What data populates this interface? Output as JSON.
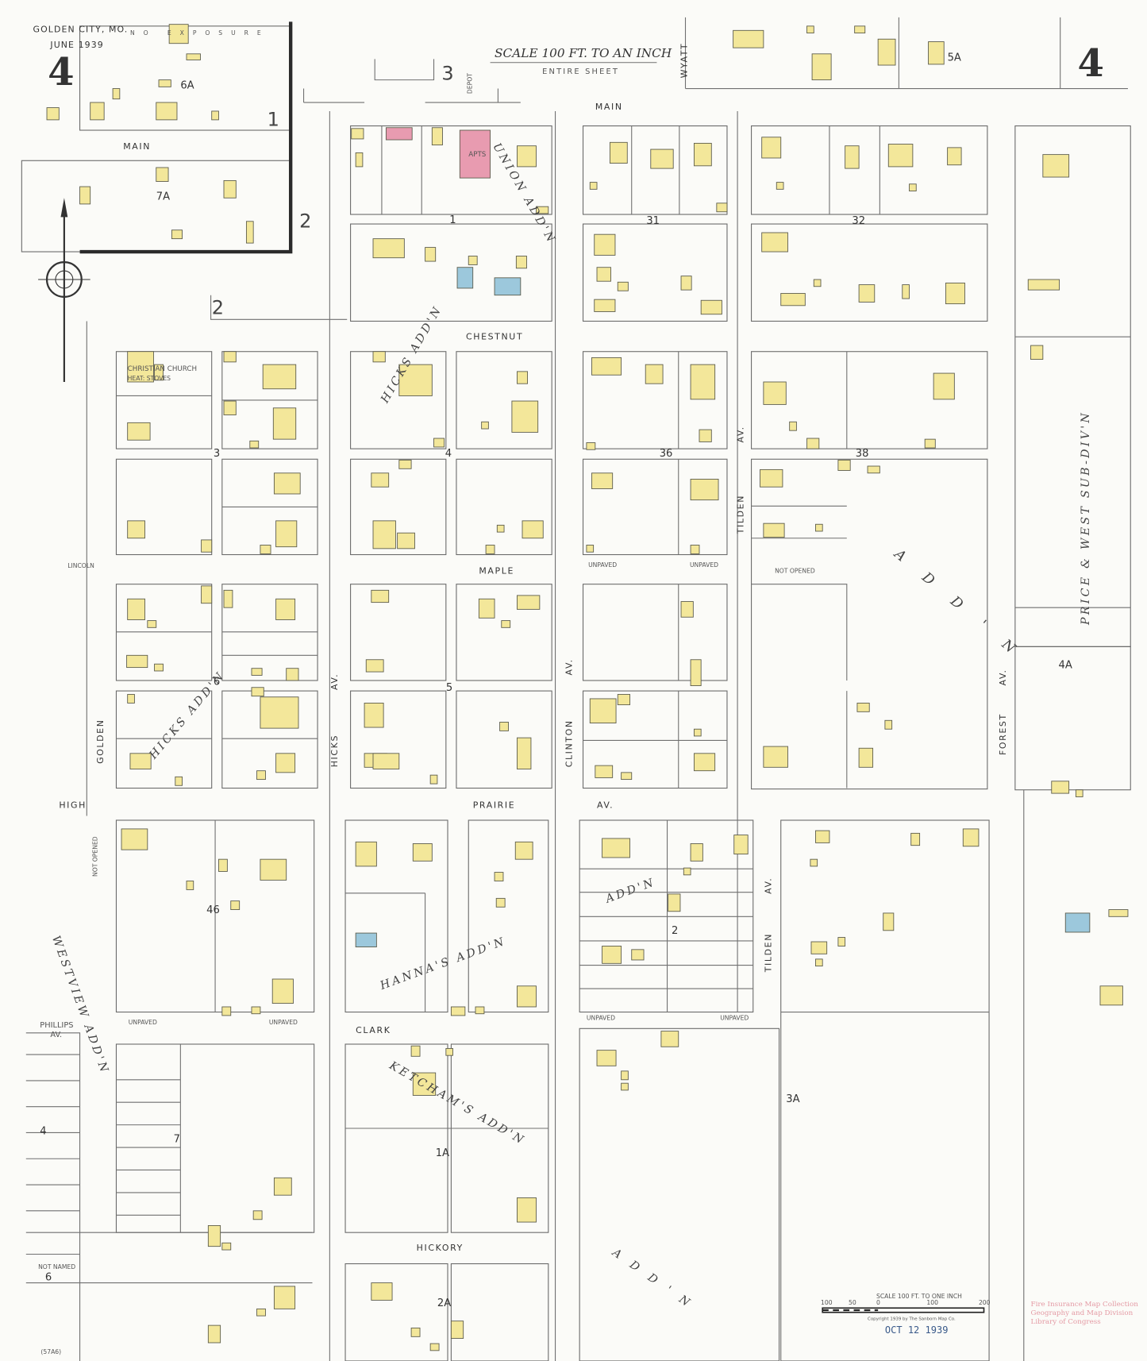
{
  "header": {
    "place": "GOLDEN CITY, MO.",
    "date": "JUNE 1939",
    "sheet_number": "4",
    "scale_title": "SCALE 100 FT. TO AN INCH",
    "scale_sub": "ENTIRE SHEET"
  },
  "streets": {
    "main_west": "MAIN",
    "main_east": "MAIN",
    "chestnut": "CHESTNUT",
    "maple": "MAPLE",
    "prairie": "PRAIRIE",
    "prairie_av": "AV.",
    "clark": "CLARK",
    "hickory": "HICKORY",
    "high": "HIGH",
    "lincoln": "LINCOLN",
    "phillips": "PHILLIPS",
    "phillips_av": "AV.",
    "golden": "GOLDEN",
    "hicks": "HICKS",
    "hicks_av": "AV.",
    "clinton": "CLINTON",
    "clinton_av": "AV.",
    "tilden_north": "TILDEN",
    "tilden_north_av": "AV.",
    "tilden_south": "TILDEN",
    "tilden_south_av": "AV.",
    "forest": "FOREST",
    "forest_av": "AV.",
    "wyatt": "WYATT",
    "unpaved": "UNPAVED",
    "not_opened": "NOT OPENED",
    "not_named": "NOT NAMED",
    "depot": "DEPOT"
  },
  "blocks": [
    "31",
    "32",
    "36",
    "38",
    "3",
    "4",
    "5",
    "6",
    "46",
    "2",
    "1",
    "7",
    "6"
  ],
  "adjacent_sheets": [
    "1A",
    "2A",
    "3A",
    "4A",
    "5A",
    "6A",
    "7A",
    "1",
    "2",
    "2",
    "3",
    "4"
  ],
  "additions": {
    "hanna": "HANNA'S ADD'N",
    "ketcham": "KETCHAM'S ADD'N",
    "westview": "WESTVIEW ADD'N",
    "price_west": "PRICE & WEST SUB-DIV'N",
    "addn_east": "ADD'N",
    "hicks_addn": "HICKS ADD'N",
    "union_addn": "UNION ADD'N",
    "daniel_addn": "ADD'N",
    "south_addn": "ADD'N"
  },
  "labels": {
    "church": "CHRISTIAN CHURCH",
    "church_note": "HEAT: STOVES",
    "apts": "APTS",
    "exposure": "NO EXPOSURE"
  },
  "scale_bar": {
    "title": "SCALE 100 FT. TO ONE INCH",
    "ticks": [
      "100",
      "50",
      "0",
      "100",
      "200"
    ],
    "copyright": "Copyright 1939 by The Sanborn Map Co."
  },
  "stamp": "OCT 12 1939",
  "collection": {
    "line1": "Fire Insurance Map Collection",
    "line2": "Geography and Map Division",
    "line3": "Library of Congress"
  },
  "footer_code": "(57A6)",
  "colors": {
    "frame_brick": "#e89bb0",
    "frame": "#f3e79a",
    "concrete": "#9cc8dc",
    "paper": "#fbfbf8"
  }
}
